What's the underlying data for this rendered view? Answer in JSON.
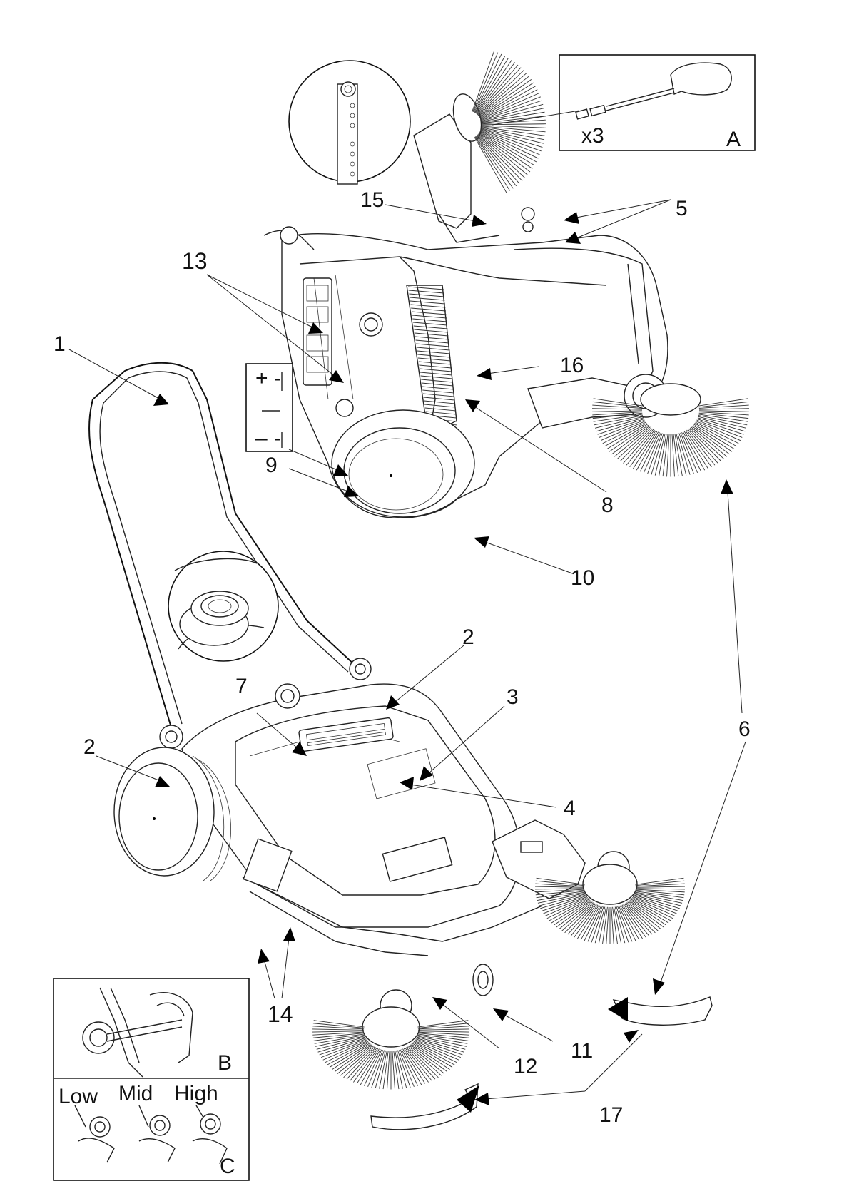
{
  "callouts": {
    "c1": "1",
    "c2a": "2",
    "c2b": "2",
    "c3": "3",
    "c4": "4",
    "c5": "5",
    "c6": "6",
    "c7": "7",
    "c8": "8",
    "c9": "9",
    "c10": "10",
    "c11": "11",
    "c12": "12",
    "c13": "13",
    "c14": "14",
    "c15": "15",
    "c16": "16",
    "c17": "17"
  },
  "inset_a": {
    "letter": "A",
    "quantity": "x3"
  },
  "inset_b": {
    "letter": "B"
  },
  "inset_c": {
    "letter": "C",
    "low": "Low",
    "mid": "Mid",
    "high": "High"
  },
  "polarity": {
    "plus": "+",
    "minus": "-",
    "minus_minus": "–"
  }
}
